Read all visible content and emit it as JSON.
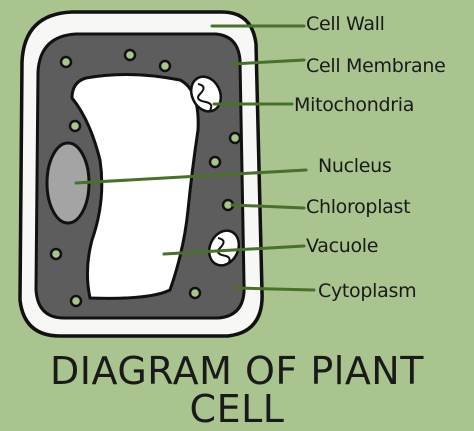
{
  "labels": {
    "cell_wall": "Cell Wall",
    "cell_membrane": "Cell Membrane",
    "mitochondria": "Mitochondria",
    "nucleus": "Nucleus",
    "chloroplast": "Chloroplast",
    "vacuole": "Vacuole",
    "cytoplasm": "Cytoplasm"
  },
  "title": "DIAGRAM OF PlANT CELL",
  "colors": {
    "background": "#a9c48f",
    "cell_wall": "#f7f7f5",
    "cytoplasm": "#5d5d5d",
    "nucleus": "#a4a4a4",
    "vacuole": "#ffffff",
    "chloroplast": "#a9c48f",
    "leader_line": "#49702c",
    "outline": "#111111"
  }
}
